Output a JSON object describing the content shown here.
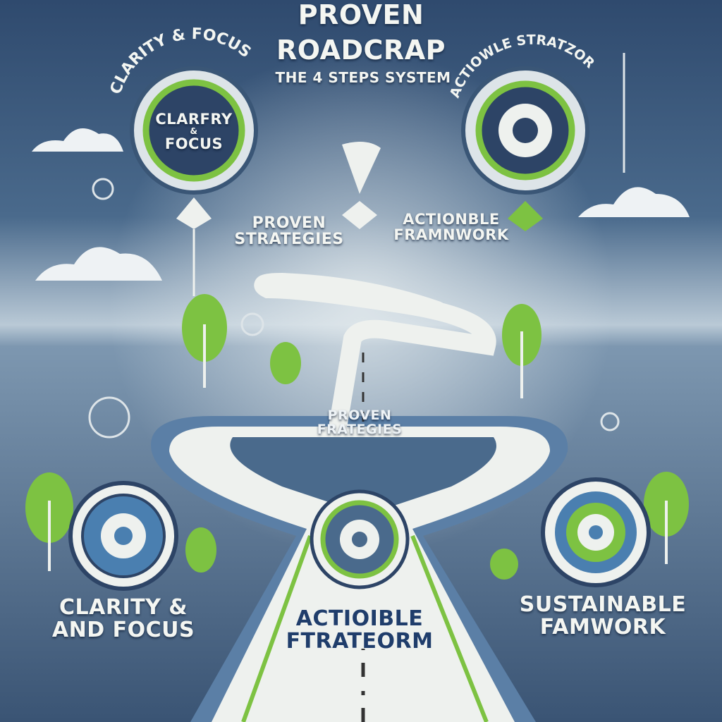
{
  "header": {
    "title_line1": "PROVEN",
    "title_line2": "ROADCRAP",
    "subtitle": "THE 4 STEPS SYSTEM"
  },
  "arc_labels": {
    "left": "CLARITY & FOCUS",
    "right": "ACTIOWLE STRATZOR"
  },
  "top_badge": {
    "line1": "CLARFRY",
    "line2": "&",
    "line3": "FOCUS"
  },
  "mid_labels": {
    "left_line1": "PROVEN",
    "left_line2": "STRATEGIES",
    "right_line1": "ACTIONBLE",
    "right_line2": "FRAMNWORK"
  },
  "road_label": {
    "line1": "PROVEN",
    "line2": "FRATEGIES"
  },
  "bottom_labels": {
    "left_line1": "CLARITY &",
    "left_line2": "AND FOCUS",
    "center_line1": "ACTIOIBLE",
    "center_line2": "FTRATEORM",
    "right_line1": "SUSTAINABLE",
    "right_line2": "FAMWORK"
  },
  "colors": {
    "sky_top": "#2f4a6e",
    "sky_bottom": "#b9c9d6",
    "ground": "#3d5775",
    "accent_green": "#7dc242",
    "road": "#eef1ee",
    "badge_blue": "#4a7fb0"
  }
}
